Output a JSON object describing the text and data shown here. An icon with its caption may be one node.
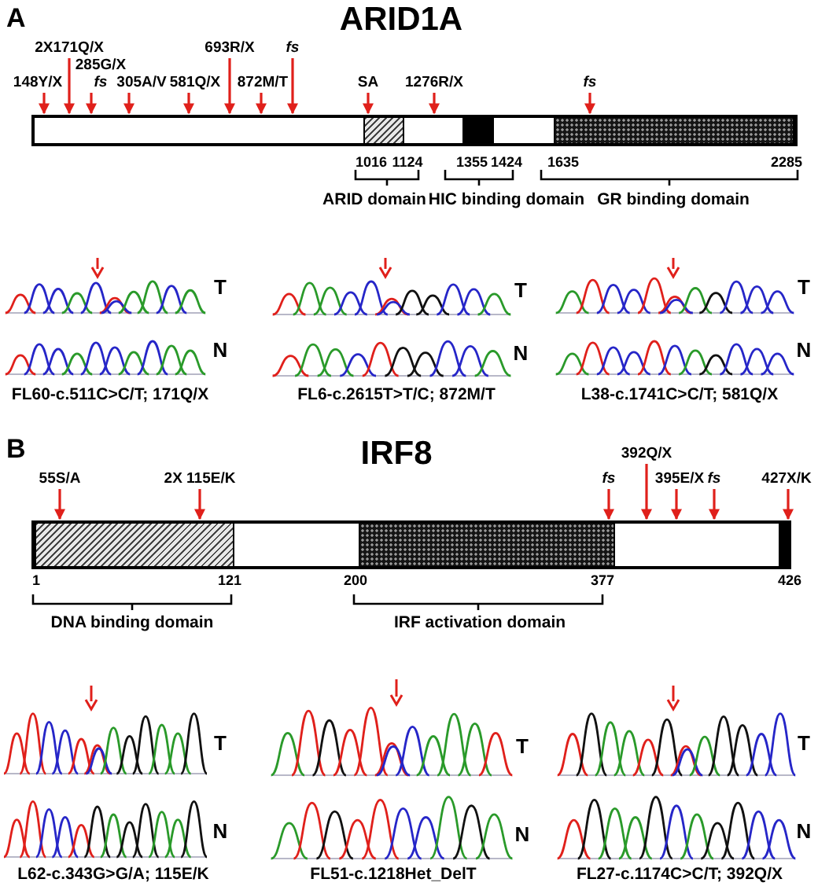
{
  "diagram": {
    "nodes": [
      {
        "text": [
          "148Y/X"
        ]
      },
      {
        "text": [
          "2X171Q/X"
        ]
      },
      {
        "text": [
          "285G/X",
          "fs"
        ]
      },
      {
        "text": [
          "305A/V"
        ]
      },
      {
        "text": [
          "581Q/X"
        ]
      },
      {
        "text": [
          "693R/X"
        ]
      },
      {
        "text": [
          "fs"
        ]
      },
      {
        "text": [
          "872M/T"
        ]
      },
      {
        "text": [
          "SA"
        ]
      },
      {
        "text": [
          "1276R/X"
        ]
      },
      {
        "text": [
          "fs"
        ]
      },
      {
        "text": [],
        "shape": "bar"
      },
      {
        "text": [
          "55S/A"
        ]
      },
      {
        "text": [
          "2X 115E/K"
        ]
      },
      {
        "text": [
          "fs"
        ]
      },
      {
        "text": [
          "392Q/X"
        ]
      },
      {
        "text": [
          "395E/X"
        ]
      },
      {
        "text": [
          "fs"
        ]
      },
      {
        "text": [
          "427X/K"
        ]
      },
      {
        "text": [],
        "shape": "bar"
      }
    ],
    "edges": [
      {
        "from": 0,
        "to": 11,
        "arrow": "to"
      },
      {
        "from": 1,
        "to": 11,
        "arrow": "to"
      },
      {
        "from": 2,
        "to": 11,
        "arrow": "to"
      },
      {
        "from": 3,
        "to": 11,
        "arrow": "to"
      },
      {
        "from": 4,
        "to": 11,
        "arrow": "to"
      },
      {
        "from": 5,
        "to": 11,
        "arrow": "to"
      },
      {
        "from": 6,
        "to": 11,
        "arrow": "to"
      },
      {
        "from": 7,
        "to": 11,
        "arrow": "to"
      },
      {
        "from": 8,
        "to": 11,
        "arrow": "to"
      },
      {
        "from": 9,
        "to": 11,
        "arrow": "to"
      },
      {
        "from": 10,
        "to": 11,
        "arrow": "to"
      },
      {
        "from": 12,
        "to": 19,
        "arrow": "to"
      },
      {
        "from": 13,
        "to": 19,
        "arrow": "to"
      },
      {
        "from": 14,
        "to": 19,
        "arrow": "to"
      },
      {
        "from": 15,
        "to": 19,
        "arrow": "to"
      },
      {
        "from": 16,
        "to": 19,
        "arrow": "to"
      },
      {
        "from": 17,
        "to": 19,
        "arrow": "to"
      },
      {
        "from": 18,
        "to": 19,
        "arrow": "to"
      }
    ],
    "labels": [
      "A",
      "ARID1A",
      "1016",
      "1124",
      "1355",
      "1424",
      "1635",
      "2285",
      "ARID domain",
      "HIC binding domain",
      "GR binding domain",
      "T",
      "T",
      "T",
      "N",
      "N",
      "N",
      "FL60-c.511C>C/T; 171Q/X",
      "FL6-c.2615T>T/C; 872M/T",
      "L38-c.1741C>C/T; 581Q/X",
      "B",
      "IRF8",
      "1",
      "121",
      "200",
      "377",
      "426",
      "DNA binding domain",
      "IRF activation domain",
      "T",
      "T",
      "T",
      "N",
      "N",
      "N",
      "L62-c.343G>G/A; 115E/K",
      "FL51-c.1218Het_DelT",
      "FL27-c.1174C>C/T; 392Q/X"
    ]
  }
}
